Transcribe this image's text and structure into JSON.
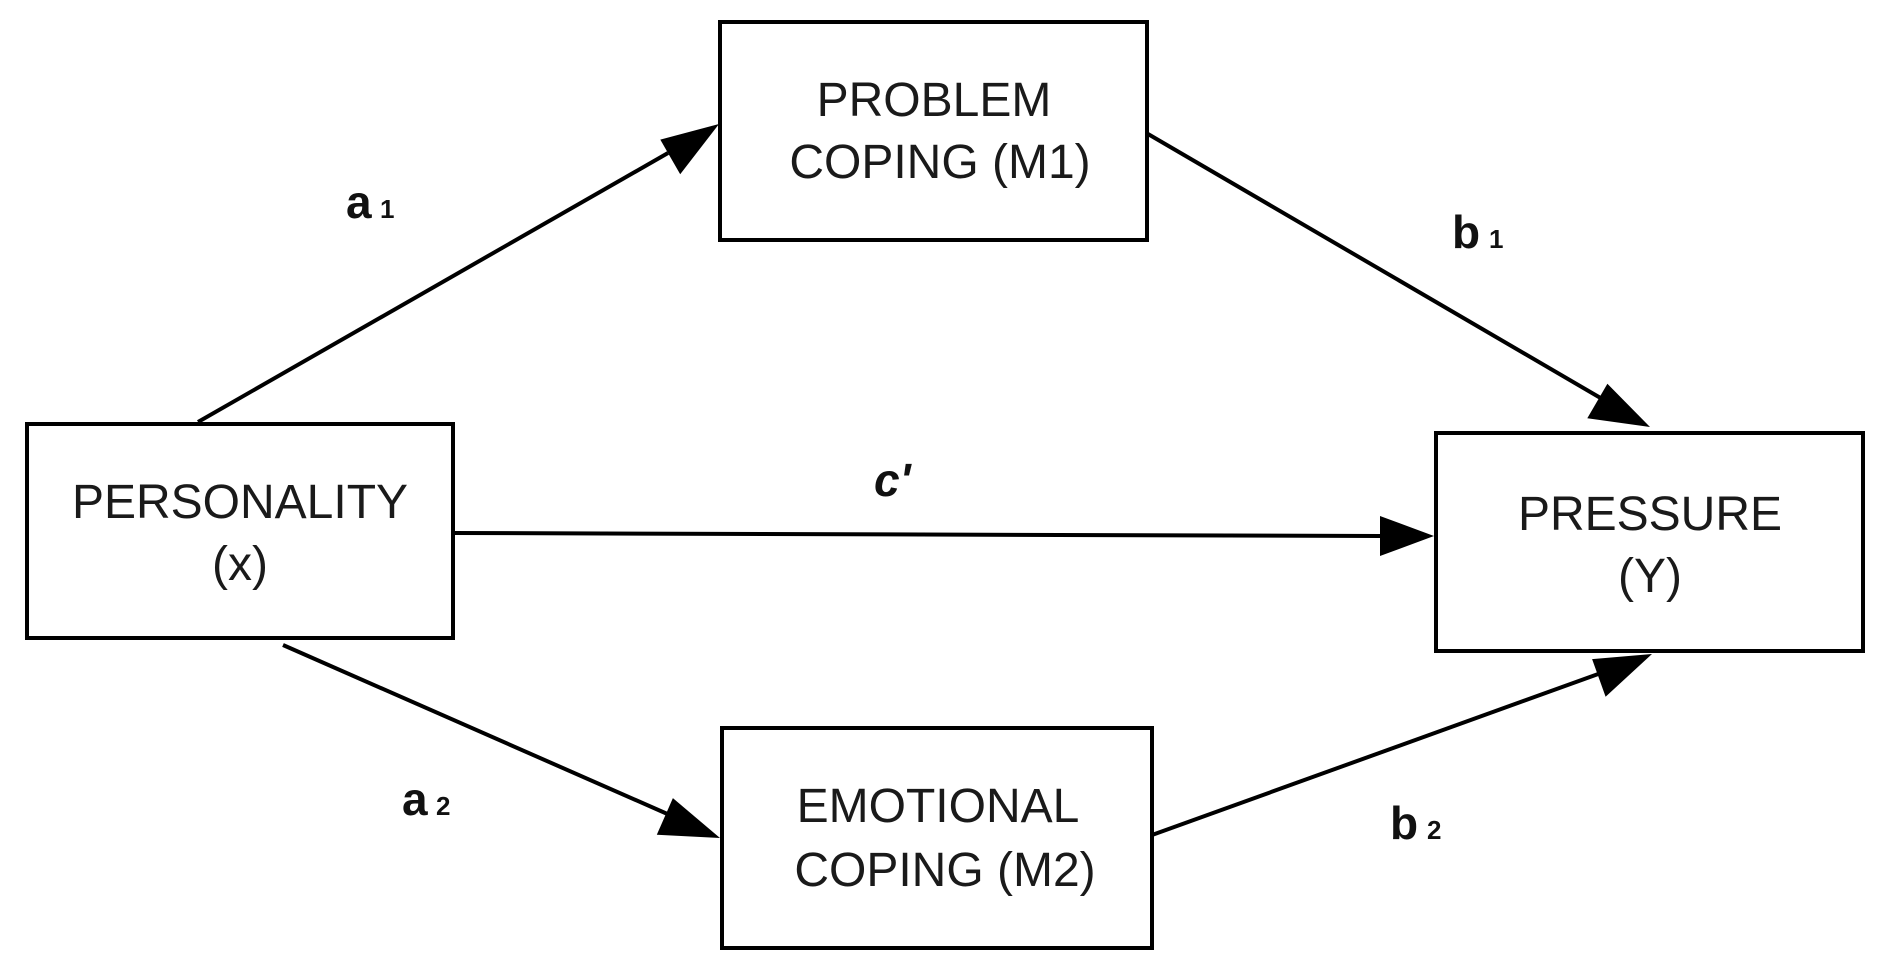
{
  "nodes": {
    "x": {
      "line1": "PERSONALITY",
      "line2": "(x)"
    },
    "m1": {
      "line1": "PROBLEM",
      "line2": "COPING (M1)"
    },
    "m2": {
      "line1": "EMOTIONAL",
      "line2": "COPING (M2)"
    },
    "y": {
      "line1": "PRESSURE",
      "line2": "(Y)"
    }
  },
  "edges": {
    "a1": {
      "label": "a",
      "sub": "1"
    },
    "a2": {
      "label": "a",
      "sub": "2"
    },
    "b1": {
      "label": "b",
      "sub": "1"
    },
    "b2": {
      "label": "b",
      "sub": "2"
    },
    "c": {
      "label": "c'"
    }
  }
}
